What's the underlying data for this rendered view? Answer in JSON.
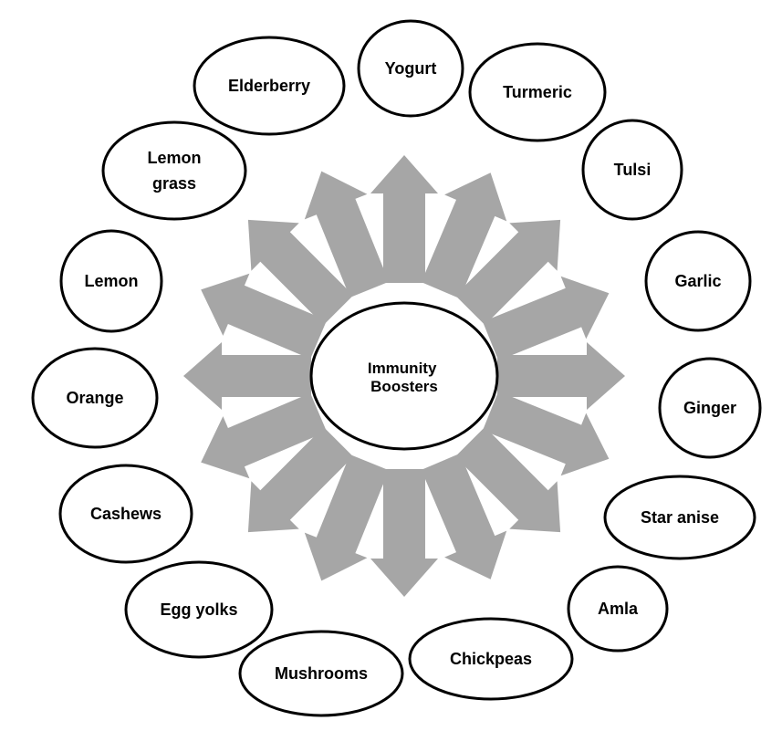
{
  "center": {
    "label_lines": [
      "Immunity",
      "Boosters"
    ]
  },
  "items": [
    {
      "id": "yogurt",
      "label_lines": [
        "Yogurt"
      ]
    },
    {
      "id": "turmeric",
      "label_lines": [
        "Turmeric"
      ]
    },
    {
      "id": "tulsi",
      "label_lines": [
        "Tulsi"
      ]
    },
    {
      "id": "garlic",
      "label_lines": [
        "Garlic"
      ]
    },
    {
      "id": "ginger",
      "label_lines": [
        "Ginger"
      ]
    },
    {
      "id": "star-anise",
      "label_lines": [
        "Star anise"
      ]
    },
    {
      "id": "amla",
      "label_lines": [
        "Amla"
      ]
    },
    {
      "id": "chickpeas",
      "label_lines": [
        "Chickpeas"
      ]
    },
    {
      "id": "mushrooms",
      "label_lines": [
        "Mushrooms"
      ]
    },
    {
      "id": "egg-yolks",
      "label_lines": [
        "Egg yolks"
      ]
    },
    {
      "id": "cashews",
      "label_lines": [
        "Cashews"
      ]
    },
    {
      "id": "orange",
      "label_lines": [
        "Orange"
      ]
    },
    {
      "id": "lemon",
      "label_lines": [
        "Lemon"
      ]
    },
    {
      "id": "lemon-grass",
      "label_lines": [
        "Lemon",
        "grass"
      ]
    },
    {
      "id": "elderberry",
      "label_lines": [
        "Elderberry"
      ]
    }
  ],
  "colors": {
    "arrow": "#a6a6a6",
    "outline": "#000000",
    "background": "#ffffff"
  }
}
